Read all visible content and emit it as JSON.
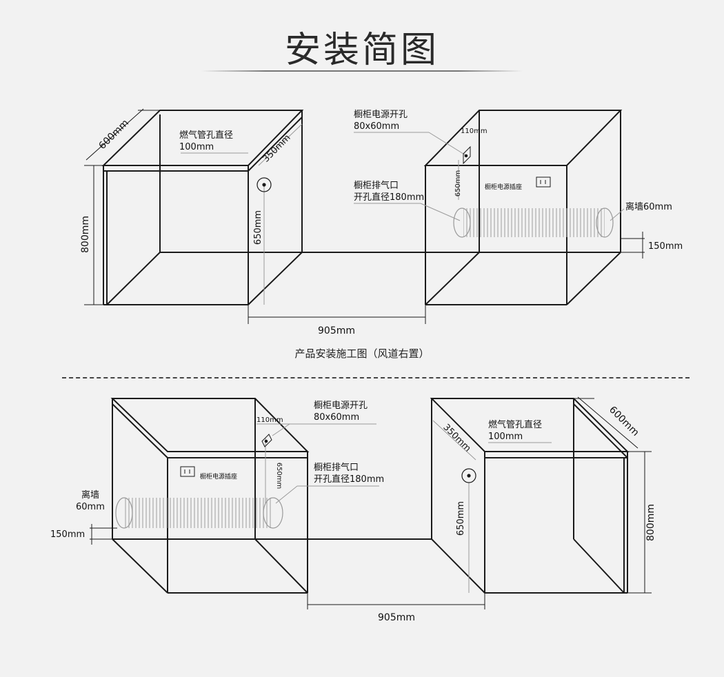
{
  "title": "安装简图",
  "caption": "产品安装施工图（风道右置）",
  "dims": {
    "width_600": "600mm",
    "height_800": "800mm",
    "span_905": "905mm",
    "h_650": "650mm",
    "d_350": "350mm",
    "d_110": "110mm",
    "wall_60": "离墙60mm",
    "wall_60_a": "离墙",
    "wall_60_b": "60mm",
    "floor_150": "150mm"
  },
  "labels": {
    "gas_hole_1": "燃气管孔直径",
    "gas_hole_2": "100mm",
    "power_hole_1": "橱柜电源开孔",
    "power_hole_2": "80x60mm",
    "vent_1": "橱柜排气口",
    "vent_2": "开孔直径180mm",
    "socket": "橱柜电源插座"
  },
  "colors": {
    "background": "#f2f2f2",
    "line": "#1a1a1a",
    "leader": "#999999"
  }
}
